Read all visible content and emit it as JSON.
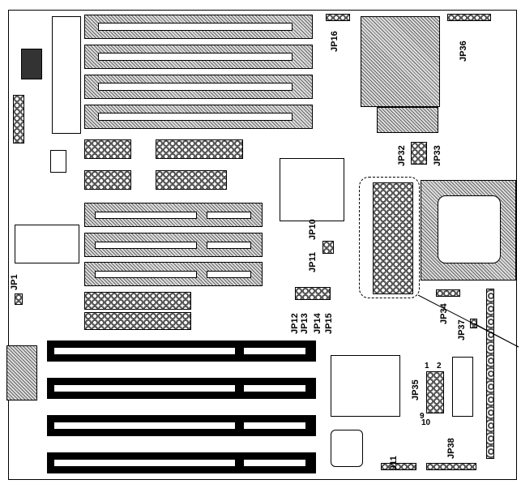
{
  "labels": {
    "jp1": "JP1",
    "jp10": "JP10",
    "jp11": "JP11",
    "jp12": "JP12",
    "jp13": "JP13",
    "jp14": "JP14",
    "jp15": "JP15",
    "jp16": "JP16",
    "jp32": "JP32",
    "jp33": "JP33",
    "jp34": "JP34",
    "jp35": "JP35",
    "jp36": "JP36",
    "jp37": "JP37",
    "jp38": "JP38",
    "j11": "J11"
  },
  "pin_numbers": {
    "one": "1",
    "two": "2",
    "nine": "9",
    "ten": "10"
  }
}
